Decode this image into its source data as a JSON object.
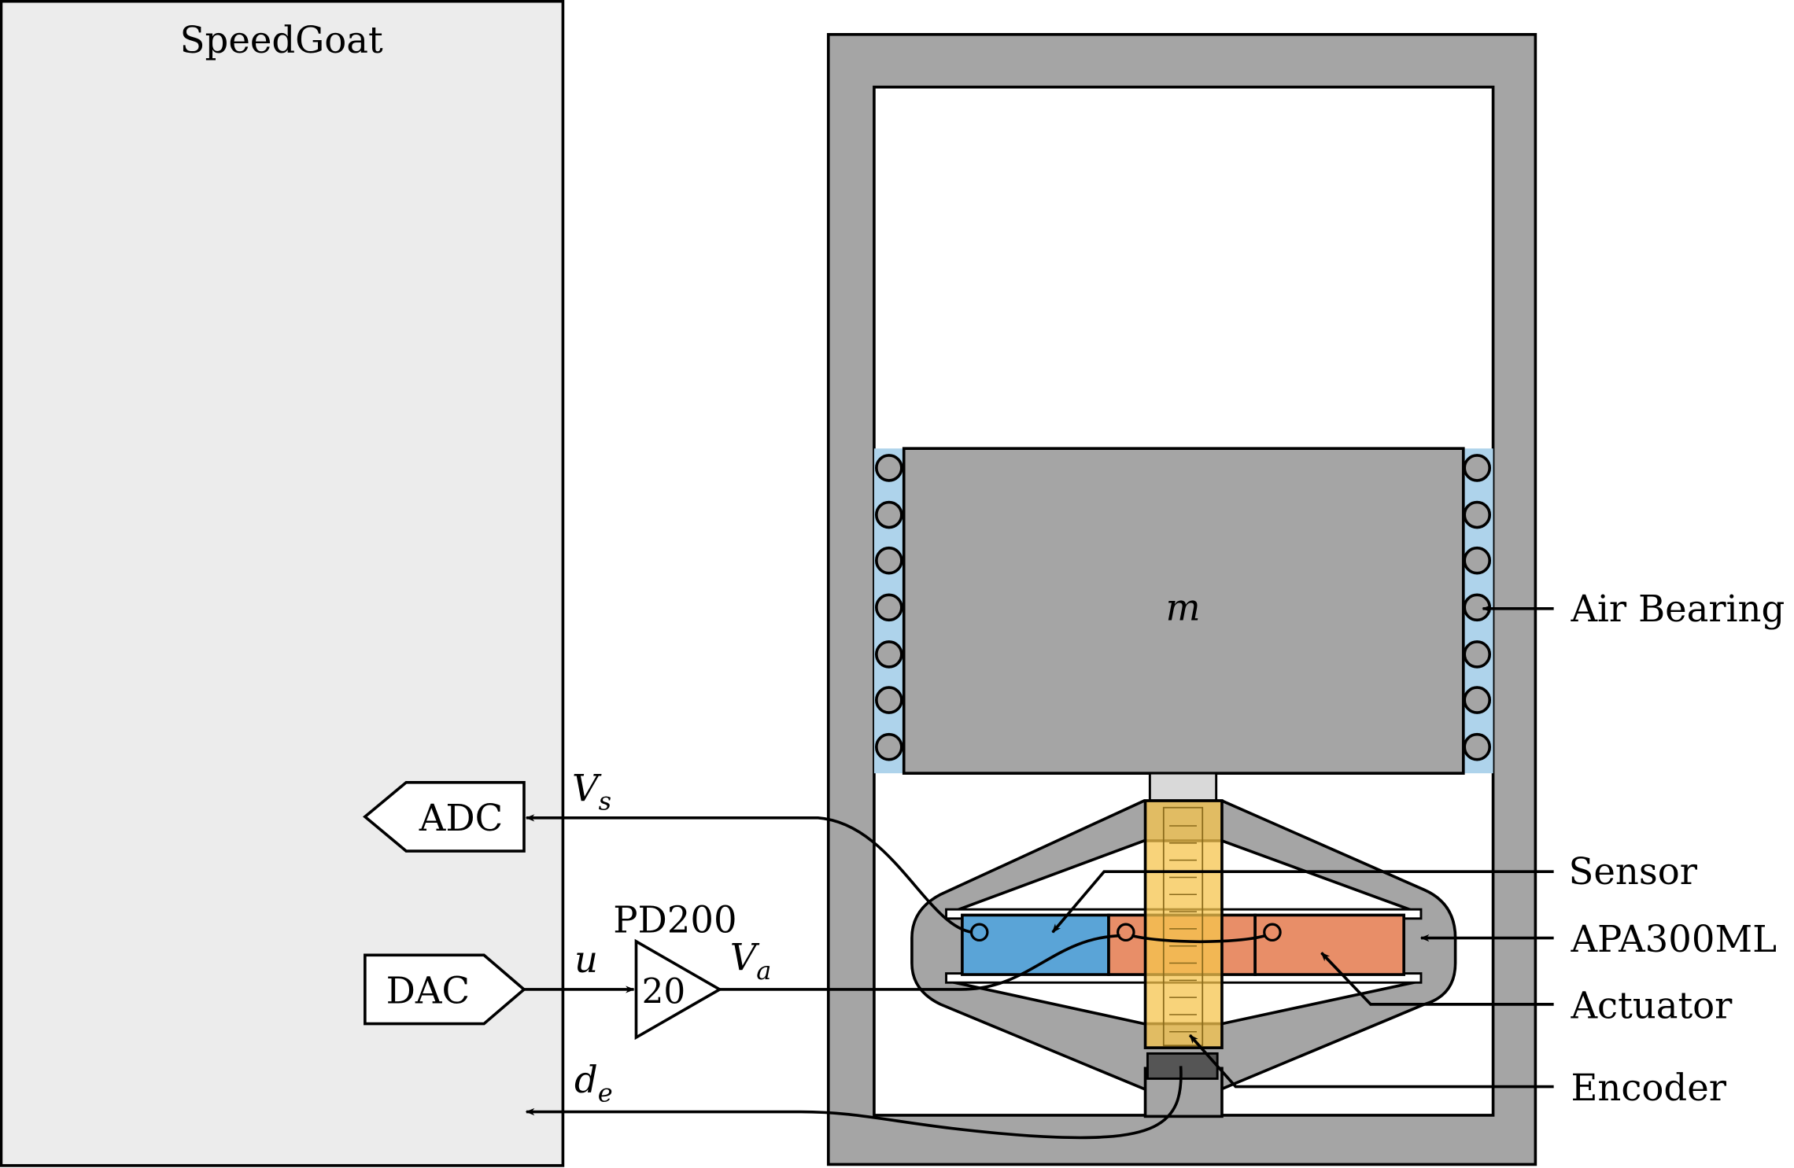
{
  "speedgoat": {
    "title": "SpeedGoat",
    "adc_label": "ADC",
    "dac_label": "DAC"
  },
  "amplifier": {
    "name": "PD200",
    "gain": "20"
  },
  "signals": {
    "vs": {
      "base": "V",
      "sub": "s"
    },
    "u": {
      "base": "u"
    },
    "va": {
      "base": "V",
      "sub": "a"
    },
    "de": {
      "base": "d",
      "sub": "e"
    }
  },
  "mass": {
    "label": "m"
  },
  "annotations": {
    "air_bearing": "Air Bearing",
    "sensor": "Sensor",
    "apa": "APA300ML",
    "actuator": "Actuator",
    "encoder": "Encoder"
  },
  "colors": {
    "frame_gray": "#a5a5a5",
    "speedgoat_fill": "#ececec",
    "bearing_blue": "#aed3eb",
    "sensor_blue": "#5aa4d7",
    "actuator_orange": "#e88e68",
    "encoder_yellow": "#f6c44d"
  }
}
